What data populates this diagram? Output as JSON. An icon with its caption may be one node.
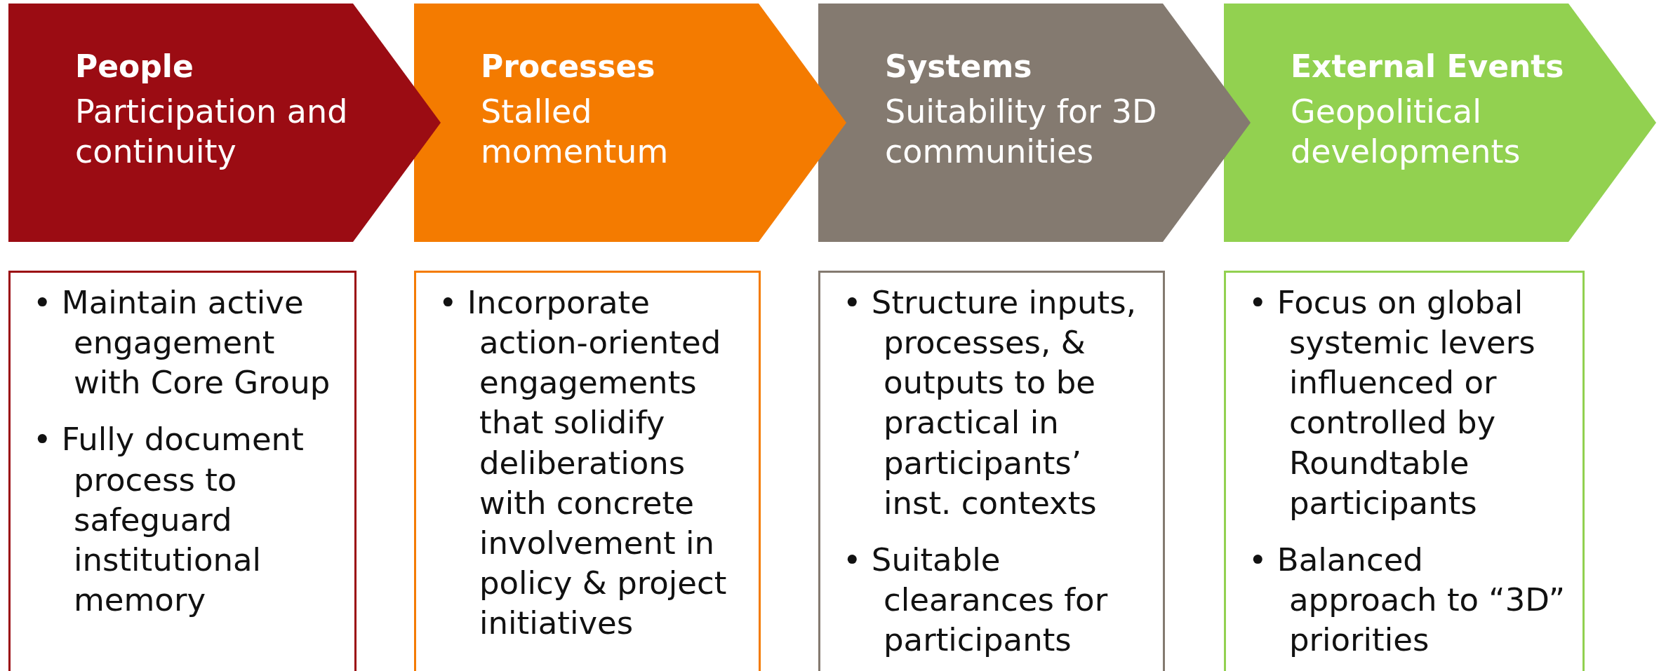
{
  "diagram": {
    "nodes": [
      {
        "text": [
          "People",
          "Participation and continuity"
        ]
      },
      {
        "text": [
          "Processes",
          "Stalled momentum"
        ]
      },
      {
        "text": [
          "Systems",
          "Suitability for 3D communities"
        ]
      },
      {
        "text": [
          "External Events",
          "Geopolitical developments"
        ]
      },
      {
        "text": [
          "• Maintain active engagement with Core Group",
          "• Fully document process to safeguard institutional memory"
        ]
      },
      {
        "text": [
          "• Incorporate action-oriented engagements that solidify deliberations with concrete involvement in policy & project initiatives"
        ]
      },
      {
        "text": [
          "• Structure inputs, processes, & outputs to be practical in participants’ inst. contexts",
          "• Suitable clearances for participants"
        ]
      },
      {
        "text": [
          "• Focus on global systemic levers influenced or controlled by Roundtable participants",
          "• Balanced approach to “3D” priorities"
        ]
      }
    ]
  }
}
